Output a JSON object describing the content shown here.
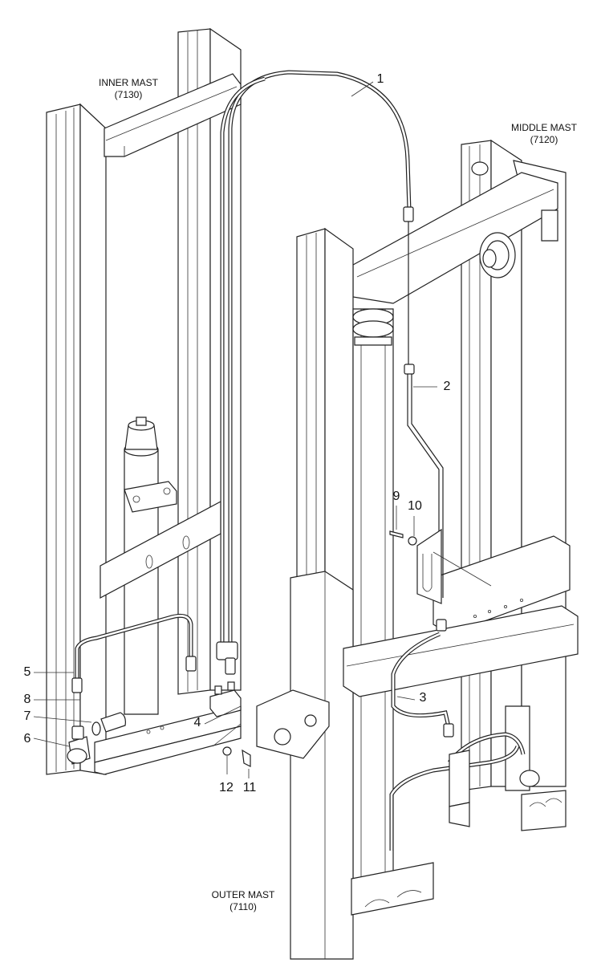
{
  "labels": {
    "inner_mast_name": "INNER MAST",
    "inner_mast_code": "(7130)",
    "middle_mast_name": "MIDDLE MAST",
    "middle_mast_code": "(7120)",
    "outer_mast_name": "OUTER MAST",
    "outer_mast_code": "(7110)"
  },
  "callouts": [
    "1",
    "2",
    "3",
    "4",
    "5",
    "6",
    "7",
    "8",
    "9",
    "10",
    "11",
    "12"
  ],
  "colors": {
    "line": "#222222",
    "background": "#ffffff"
  }
}
